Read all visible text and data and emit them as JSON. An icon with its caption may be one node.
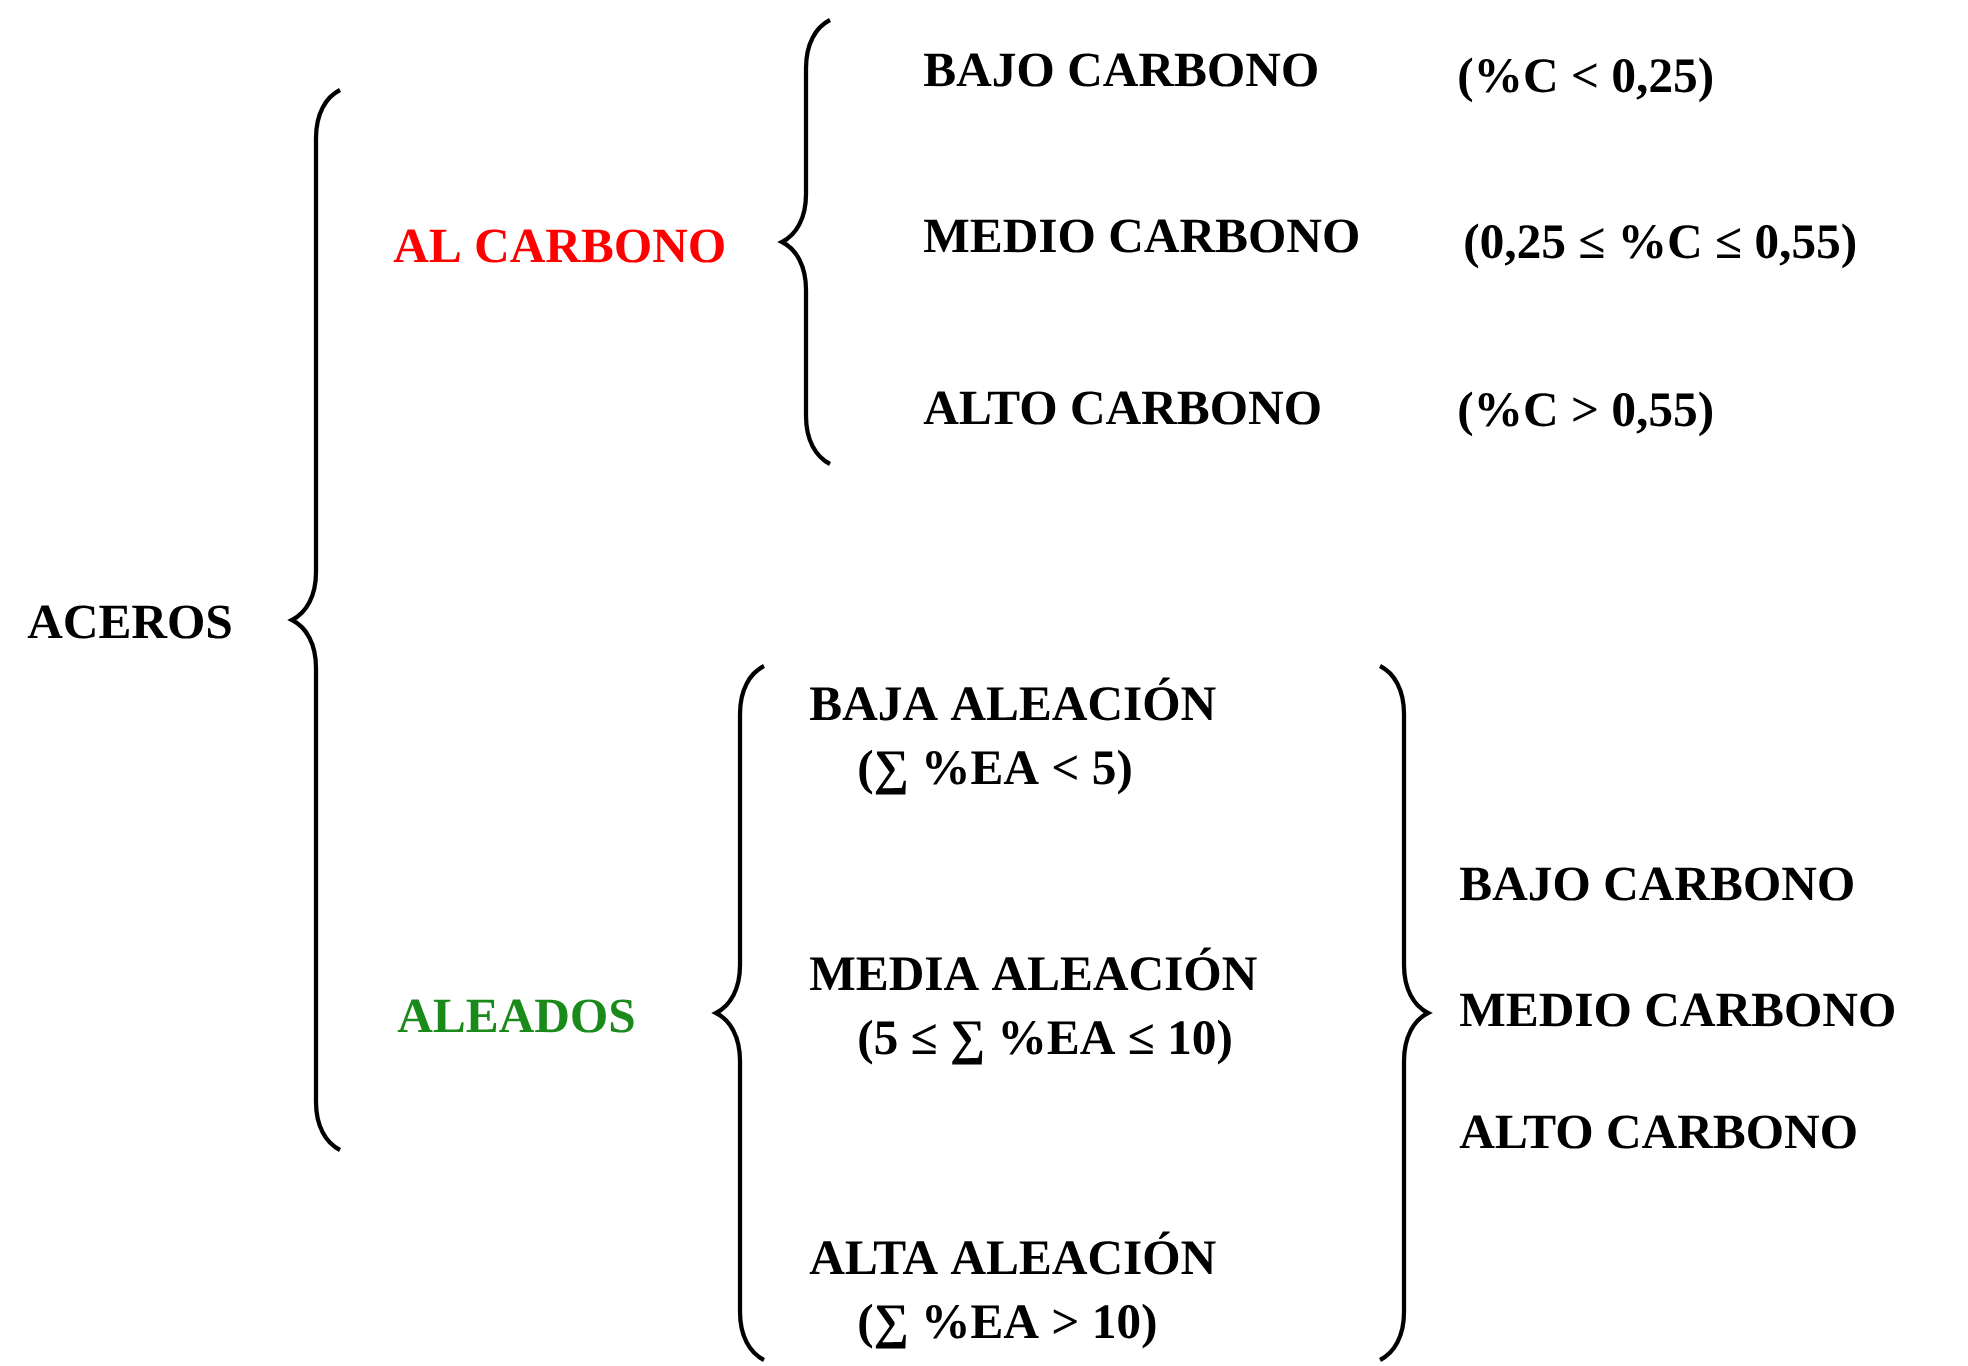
{
  "diagram": {
    "nodes": [
      {
        "text": [
          "ACEROS"
        ]
      },
      {
        "text": [
          "AL CARBONO"
        ]
      },
      {
        "text": [
          "BAJO CARBONO"
        ]
      },
      {
        "text": [
          "MEDIO CARBONO"
        ]
      },
      {
        "text": [
          "ALTO CARBONO"
        ]
      },
      {
        "text": [
          "ALEADOS"
        ]
      },
      {
        "text": [
          "BAJA ALEACIÓN",
          "(∑ %EA < 5)"
        ]
      },
      {
        "text": [
          "MEDIA ALEACIÓN",
          "(5 ≤ ∑ %EA ≤ 10)"
        ]
      },
      {
        "text": [
          "ALTA ALEACIÓN",
          "(∑ %EA > 10)"
        ]
      },
      {
        "text": [
          "BAJO CARBONO"
        ]
      },
      {
        "text": [
          "MEDIO CARBONO"
        ]
      },
      {
        "text": [
          "ALTO CARBONO"
        ]
      }
    ],
    "labels": [
      "(%C < 0,25)",
      "(0,25 ≤  %C ≤  0,55)",
      "(%C > 0,55)"
    ]
  }
}
